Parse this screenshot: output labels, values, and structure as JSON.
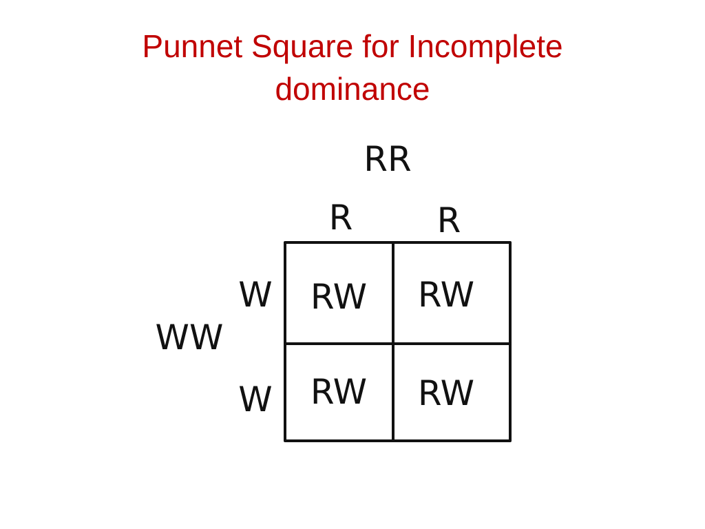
{
  "title": {
    "line1": "Punnet Square for Incomplete",
    "line2": "dominance"
  },
  "punnett": {
    "top_parent": "RR",
    "top_alleles": [
      "R",
      "R"
    ],
    "left_parent": "WW",
    "left_alleles": [
      "W",
      "W"
    ],
    "cells": [
      [
        "RW",
        "RW"
      ],
      [
        "RW",
        "RW"
      ]
    ]
  },
  "colors": {
    "title": "#c00000",
    "ink": "#111111"
  }
}
